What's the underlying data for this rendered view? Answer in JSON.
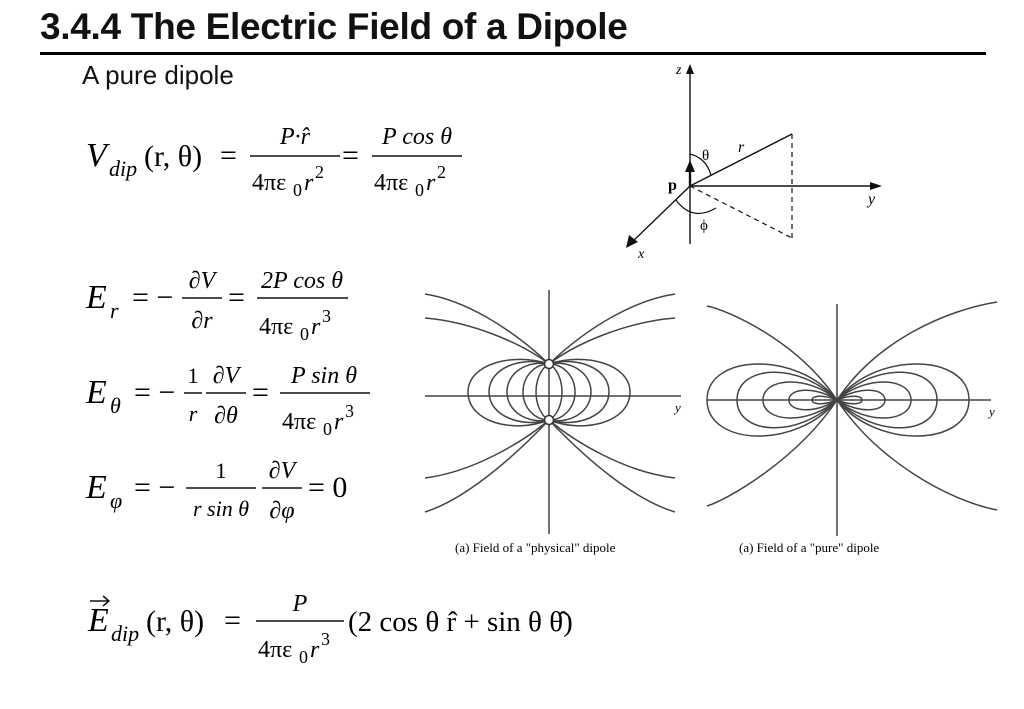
{
  "heading": {
    "title": "3.4.4 The Electric Field of a Dipole",
    "subtitle": "A pure dipole"
  },
  "equations": {
    "v_dip": {
      "lhs_sym": "V",
      "lhs_sub": "dip",
      "args": "(r, θ)",
      "eq": "=",
      "f1_num": "P·r̂",
      "f1_den": "4πε",
      "f1_den_sub": "0",
      "f1_den_tail": "r",
      "f1_den_pow": "2",
      "f2_num": "P cos θ",
      "f2_den": "4πε",
      "f2_den_sub": "0",
      "f2_den_tail": "r",
      "f2_den_pow": "2"
    },
    "e_r": {
      "lhs_sym": "E",
      "lhs_sub": "r",
      "eq": "= −",
      "f1_num": "∂V",
      "f1_den": "∂r",
      "eq2": "=",
      "f2_num": "2P cos θ",
      "f2_den": "4πε",
      "f2_den_sub": "0",
      "f2_den_tail": "r",
      "f2_den_pow": "3"
    },
    "e_theta": {
      "lhs_sym": "E",
      "lhs_sub": "θ",
      "eq": "= −",
      "f0_num": "1",
      "f0_den": "r",
      "f1_num": "∂V",
      "f1_den": "∂θ",
      "eq2": "=",
      "f2_num": "P sin θ",
      "f2_den": "4πε",
      "f2_den_sub": "0",
      "f2_den_tail": "r",
      "f2_den_pow": "3"
    },
    "e_phi": {
      "lhs_sym": "E",
      "lhs_sub": "φ",
      "eq": "= −",
      "f0_num": "1",
      "f0_den": "r sin θ",
      "f1_num": "∂V",
      "f1_den": "∂φ",
      "rhs": "= 0"
    },
    "e_dip": {
      "lhs_sym": "E",
      "lhs_sub": "dip",
      "args": "(r, θ)",
      "eq": "=",
      "f_num": "P",
      "f_den": "4πε",
      "f_den_sub": "0",
      "f_den_tail": "r",
      "f_den_pow": "3",
      "rhs": "(2 cos θ r̂ + sin θ θ̂)"
    }
  },
  "coord_diagram": {
    "axis_z": "z",
    "axis_y": "y",
    "axis_x": "x",
    "label_p": "p",
    "label_r": "r",
    "label_theta": "θ",
    "label_phi": "ϕ"
  },
  "field_plots": {
    "physical": {
      "caption": "(a) Field of a \"physical\" dipole",
      "axis_y": "y"
    },
    "pure": {
      "caption": "(a) Field of a \"pure\" dipole",
      "axis_y": "y"
    }
  }
}
